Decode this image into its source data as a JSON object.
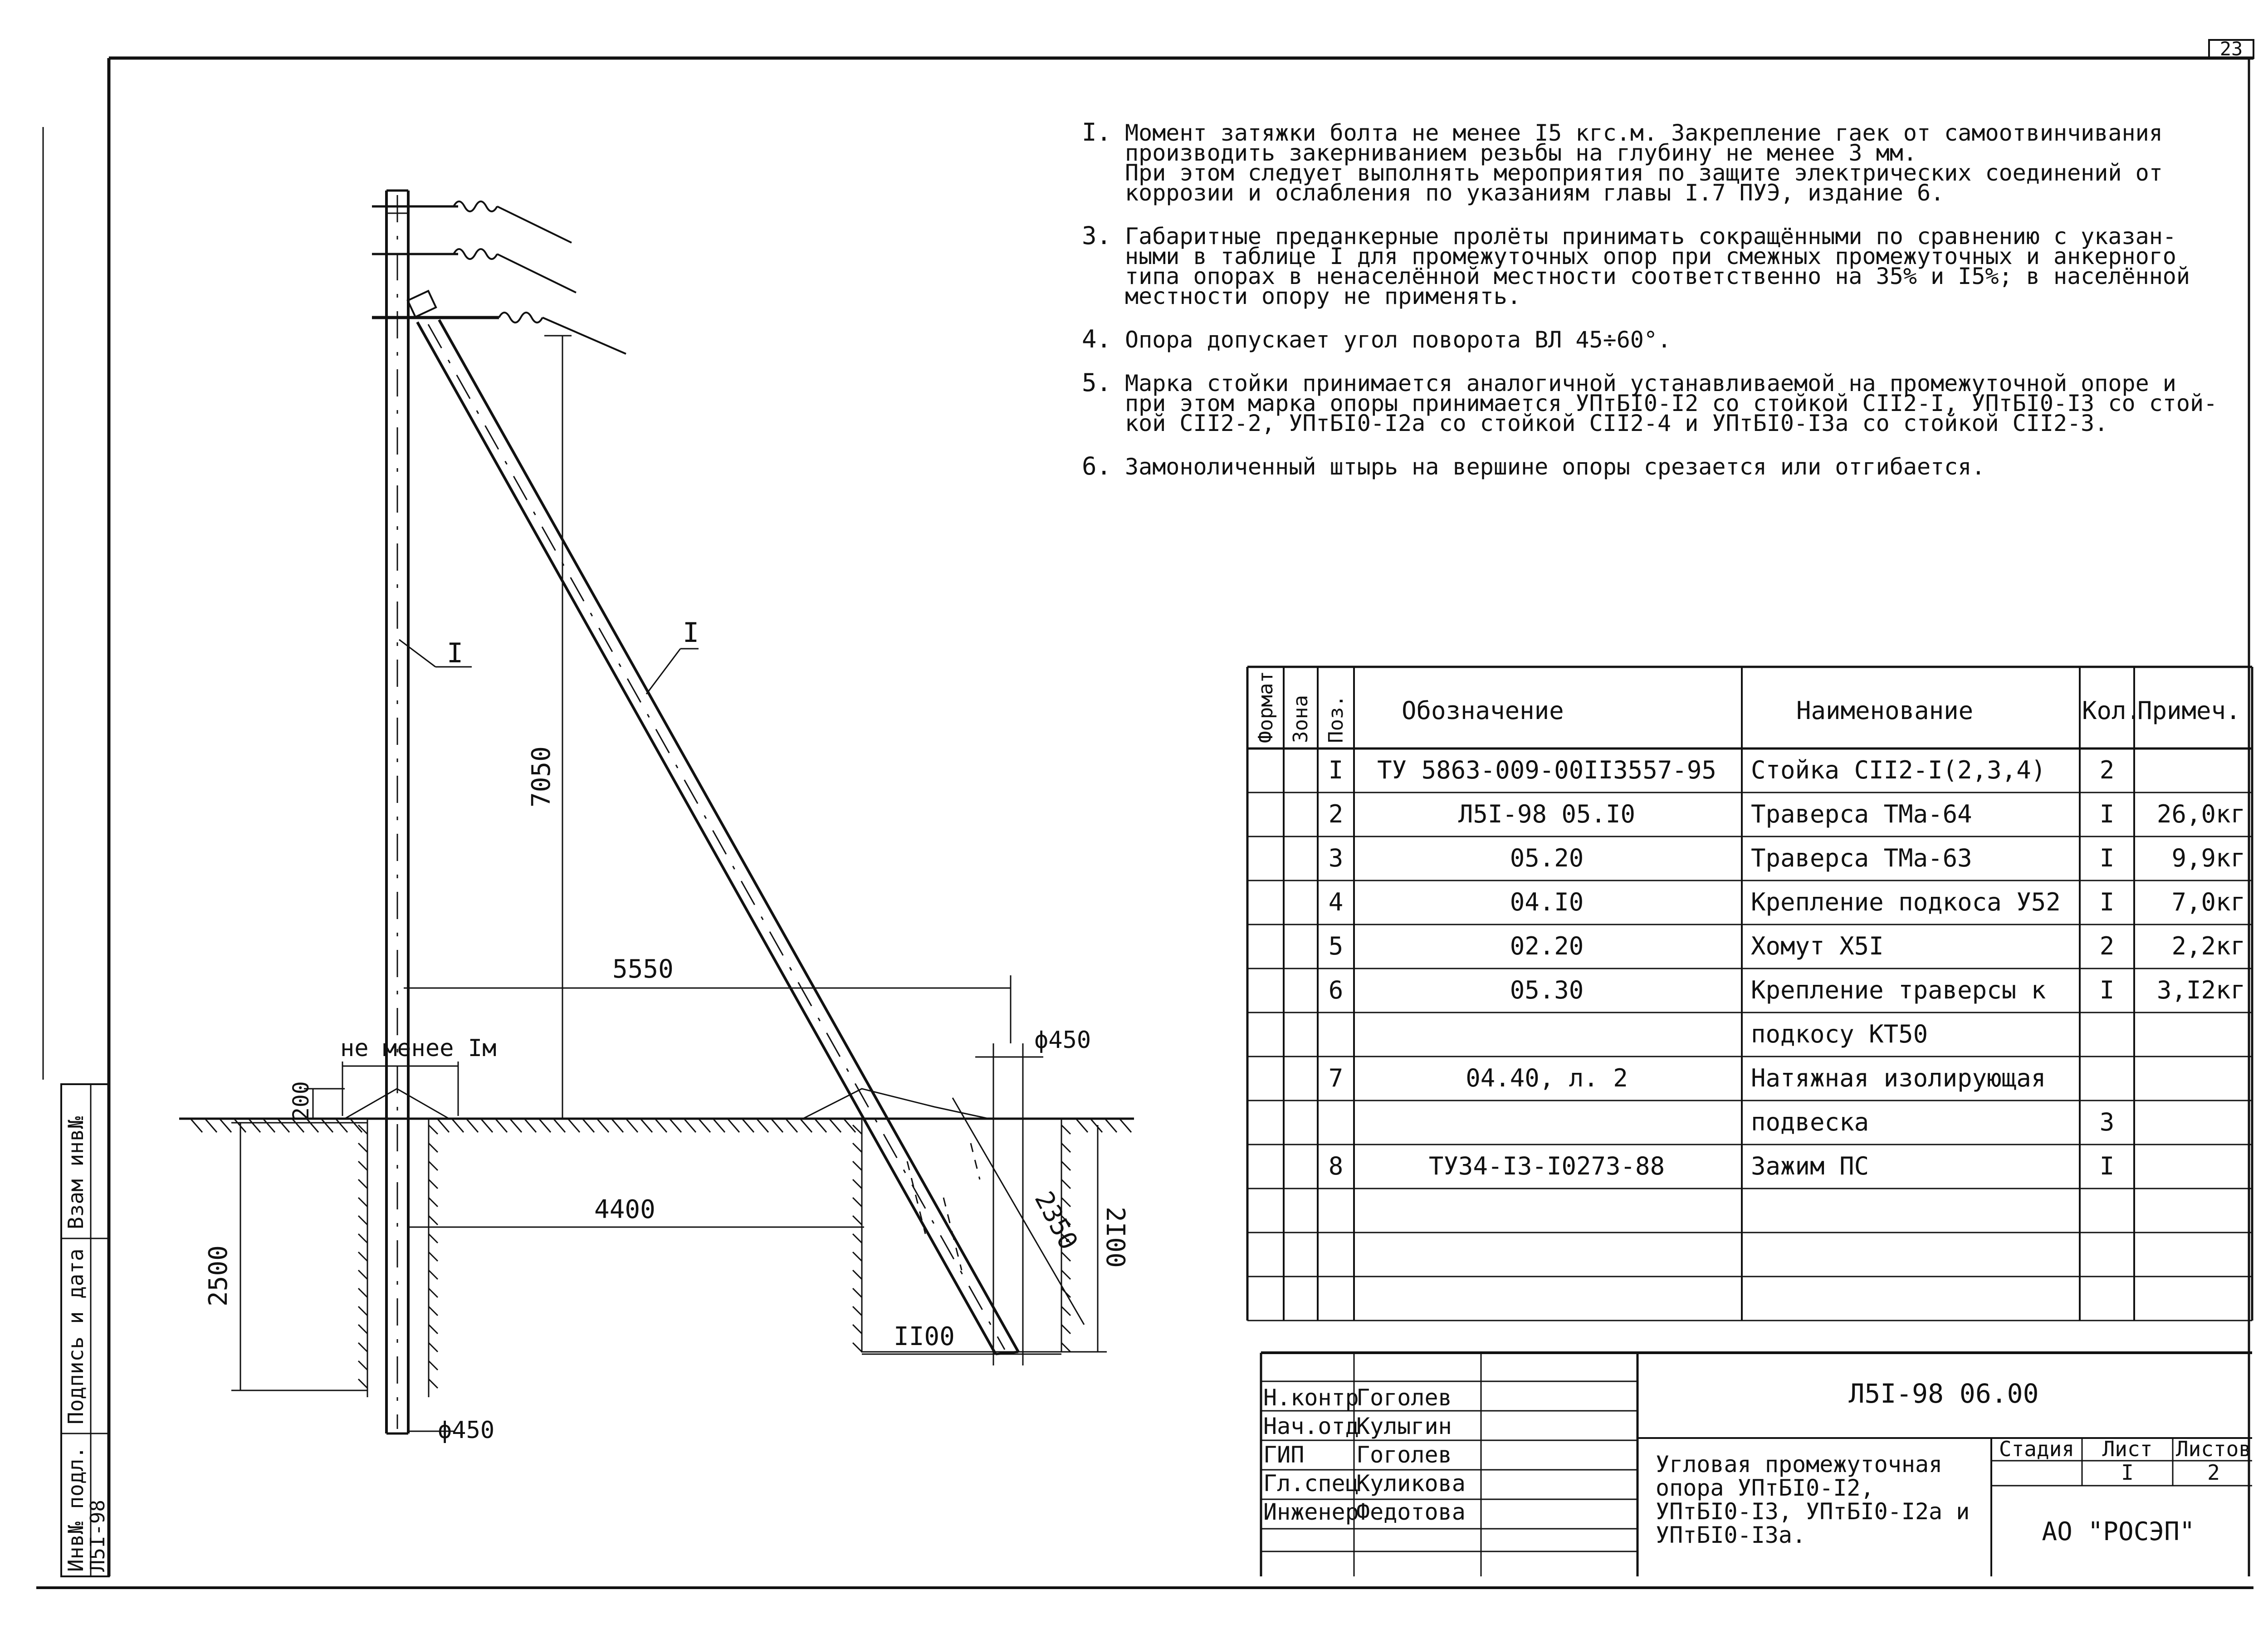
{
  "sheet": {
    "page_number": "23",
    "document_code": "Л5I-98 06.00",
    "title_lines": [
      "Угловая промежуточная",
      "опора УПтБI0-I2,",
      "УПтБI0-I3, УПтБI0-I2а и",
      "УПтБI0-I3а."
    ],
    "organization": "АО \"РОСЭП\"",
    "stage_header": "Стадия",
    "sheet_header": "Лист",
    "sheets_header": "Листов",
    "sheet_value": "I",
    "sheets_value": "2"
  },
  "notes": [
    {
      "num": "I.",
      "lines": [
        "Момент затяжки болта не менее I5 кгс.м. Закрепление гаек от самоотвинчивания",
        "производить закерниванием резьбы на глубину не менее 3 мм.",
        "При этом следует выполнять мероприятия по защите электрических соединений от",
        "коррозии и ослабления по указаниям главы I.7 ПУЭ, издание 6."
      ]
    },
    {
      "num": "3.",
      "lines": [
        "Габаритные преданкерные пролёты принимать сокращёнными по сравнению с указан-",
        "ными в таблице I для промежуточных опор при смежных промежуточных и анкерного",
        "типа опорах в ненаселённой местности соответственно на 35% и I5%; в населённой",
        "местности опору не применять."
      ]
    },
    {
      "num": "4.",
      "lines": [
        "Опора допускает угол поворота ВЛ 45÷60°."
      ]
    },
    {
      "num": "5.",
      "lines": [
        "Марка стойки принимается аналогичной устанавливаемой на промежуточной опоре и",
        "при этом марка опоры принимается УПтБI0-I2 со стойкой СII2-I, УПтБI0-I3 со стой-",
        "кой СII2-2, УПтБI0-I2а со стойкой СII2-4 и УПтБI0-I3а со стойкой СII2-3."
      ]
    },
    {
      "num": "6.",
      "lines": [
        "Замоноличенный штырь на вершине опоры срезается или отгибается."
      ]
    }
  ],
  "drawing_labels": {
    "pole_label": "I",
    "strut_label": "I",
    "dim_height": "7050",
    "dim_span": "5550",
    "dim_min": "не менее Iм",
    "dim_200": "200",
    "dim_4400": "4400",
    "dim_2500": "2500",
    "dim_2350": "2350",
    "dim_2100": "2I00",
    "dim_1100": "II00",
    "dia_top": "ϕ450",
    "dia_bottom": "ϕ450"
  },
  "spec_table": {
    "headers": {
      "format": "Формат",
      "zone": "Зона",
      "pos": "Поз.",
      "designation": "Обозначение",
      "name": "Наименование",
      "qty": "Кол.",
      "note": "Примеч."
    },
    "rows": [
      {
        "pos": "I",
        "designation": "ТУ 5863-009-00II3557-95",
        "name": "Стойка СII2-I(2,3,4)",
        "qty": "2",
        "note": ""
      },
      {
        "pos": "2",
        "designation": "Л5I-98 05.I0",
        "name": "Траверса ТМа-64",
        "qty": "I",
        "note": "26,0кг"
      },
      {
        "pos": "3",
        "designation": "05.20",
        "name": "Траверса ТМа-63",
        "qty": "I",
        "note": "9,9кг"
      },
      {
        "pos": "4",
        "designation": "04.I0",
        "name": "Крепление подкоса У52",
        "qty": "I",
        "note": "7,0кг"
      },
      {
        "pos": "5",
        "designation": "02.20",
        "name": "Хомут Х5I",
        "qty": "2",
        "note": "2,2кг"
      },
      {
        "pos": "6",
        "designation": "05.30",
        "name": "Крепление траверсы к",
        "qty": "I",
        "note": "3,I2кг"
      },
      {
        "pos": "",
        "designation": "",
        "name": "подкосу КТ50",
        "qty": "",
        "note": ""
      },
      {
        "pos": "7",
        "designation": "04.40, л. 2",
        "name": "Натяжная изолирующая",
        "qty": "",
        "note": ""
      },
      {
        "pos": "",
        "designation": "",
        "name": "подвеска",
        "qty": "3",
        "note": ""
      },
      {
        "pos": "8",
        "designation": "ТУ34-I3-I0273-88",
        "name": "Зажим ПС",
        "qty": "I",
        "note": ""
      }
    ]
  },
  "signatures": [
    {
      "role": "Н.контр",
      "name": "Гоголев"
    },
    {
      "role": "Нач.отд",
      "name": "Кулыгин"
    },
    {
      "role": "ГИП",
      "name": "Гоголев"
    },
    {
      "role": "Гл.спец",
      "name": "Куликова"
    },
    {
      "role": "Инженер",
      "name": "Федотова"
    }
  ],
  "side_stamp": {
    "labels": [
      "Инв№ подл.",
      "Подпись и дата",
      "Взам инв№"
    ],
    "inv_value": "Л5I-98"
  }
}
